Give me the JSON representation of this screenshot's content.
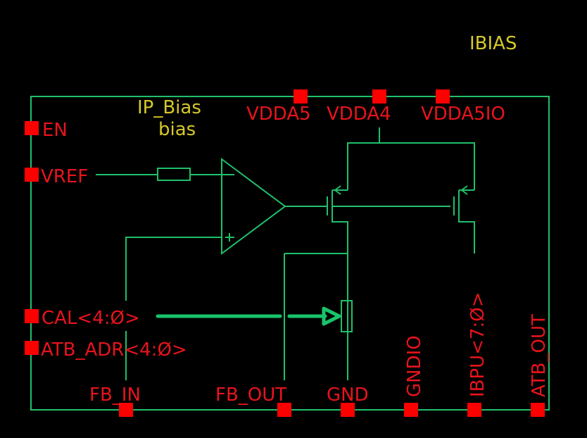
{
  "cell_name": "IBIAS",
  "instance": {
    "master": "IP_Bias",
    "name": "bias"
  },
  "pins": {
    "left": [
      "EN",
      "VREF",
      "CAL<4:Ø>",
      "ATB_ADR<4:Ø>"
    ],
    "top": [
      "VDDA5",
      "VDDA4",
      "VDDA5IO"
    ],
    "bottom": [
      "FB_IN",
      "FB_OUT",
      "GND",
      "GNDIO",
      "IBPU<7:Ø>",
      "ATB_OUT"
    ]
  },
  "opamp": {
    "minus_label": "−",
    "plus_label": "+"
  },
  "colors": {
    "background": "#000000",
    "wire": "#1fc06a",
    "pin": "#ff0000",
    "pin_label": "#e8141c",
    "cell_label": "#d6c82a"
  }
}
